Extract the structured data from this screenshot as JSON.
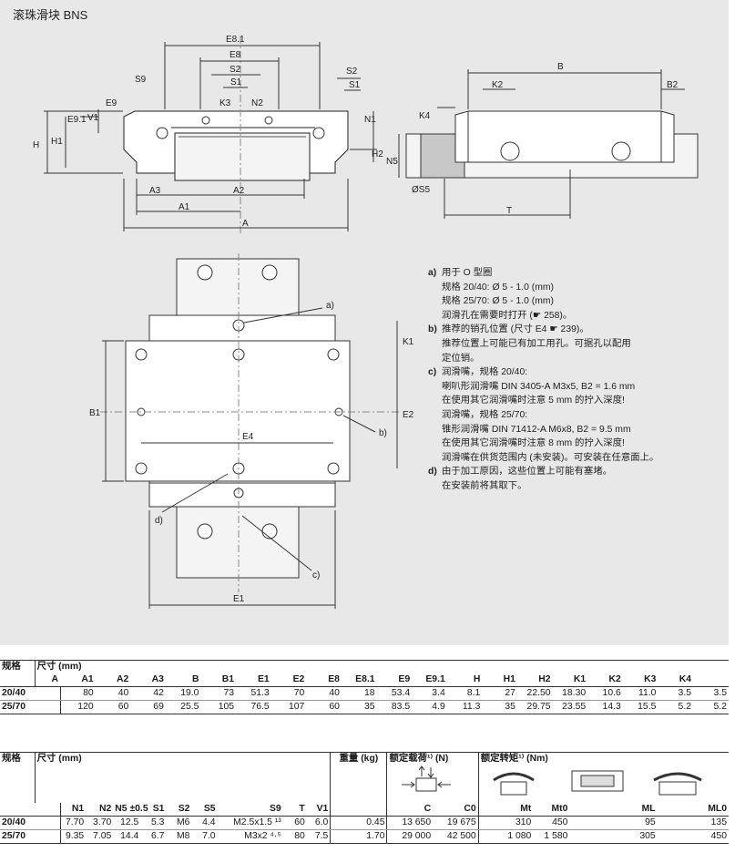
{
  "title": "滚珠滑块 BNS",
  "drawing_labels": {
    "E81": "E8.1",
    "E8": "E8",
    "S2": "S2",
    "S1": "S1",
    "S9": "S9",
    "K3": "K3",
    "N2": "N2",
    "E9": "E9",
    "V1": "V1",
    "E91": "E9.1",
    "N1": "N1",
    "H": "H",
    "H1": "H1",
    "A3": "A3",
    "A2": "A2",
    "A1": "A1",
    "A": "A",
    "B": "B",
    "K2": "K2",
    "B2": "B2",
    "K4": "K4",
    "H2": "H2",
    "N5": "N5",
    "S5": "ØS5",
    "T": "T",
    "note_a": "a)",
    "note_b": "b)",
    "note_c": "c)",
    "note_d": "d)",
    "K1": "K1",
    "B1": "B1",
    "E2": "E2",
    "E4": "E4",
    "E1": "E1"
  },
  "notes": [
    {
      "key": "a)",
      "lines": [
        "用于 O 型圈",
        "规格 20/40: Ø 5 - 1.0 (mm)",
        "规格 25/70: Ø 5 - 1.0 (mm)",
        "润滑孔在需要时打开 (☛ 258)。"
      ]
    },
    {
      "key": "b)",
      "lines": [
        "推荐的销孔位置 (尺寸 E4 ☛ 239)。",
        "推荐位置上可能已有加工用孔。可据孔以配用",
        "定位销。"
      ]
    },
    {
      "key": "c)",
      "lines": [
        "润滑嘴，规格 20/40:",
        "喇叭形润滑嘴 DIN 3405-A M3x5, B2 = 1.6 mm",
        "在使用其它润滑嘴时注意 5 mm 的拧入深度!",
        "润滑嘴，规格 25/70:",
        "锥形润滑嘴 DIN 71412-A M6x8, B2 = 9.5 mm",
        "在使用其它润滑嘴时注意 8 mm 的拧入深度!",
        "润滑嘴在供货范围内 (未安装)。可安装在任意面上。"
      ]
    },
    {
      "key": "d)",
      "lines": [
        "由于加工原因，这些位置上可能有塞堵。",
        "在安装前将其取下。"
      ]
    }
  ],
  "table1": {
    "label": "规格",
    "unit_header": "尺寸 (mm)",
    "columns": [
      "A",
      "A1",
      "A2",
      "A3",
      "B",
      "B1",
      "E1",
      "E2",
      "E8",
      "E8.1",
      "E9",
      "E9.1",
      "H",
      "H1",
      "H2",
      "K1",
      "K2",
      "K3",
      "K4"
    ],
    "rows": [
      {
        "size": "20/40",
        "values": [
          "80",
          "40",
          "42",
          "19.0",
          "73",
          "51.3",
          "70",
          "40",
          "18",
          "53.4",
          "3.4",
          "8.1",
          "27",
          "22.50",
          "18.30",
          "10.6",
          "11.0",
          "3.5",
          "3.5"
        ]
      },
      {
        "size": "25/70",
        "values": [
          "120",
          "60",
          "69",
          "25.5",
          "105",
          "76.5",
          "107",
          "60",
          "35",
          "83.5",
          "4.9",
          "11.3",
          "35",
          "29.75",
          "23.55",
          "14.3",
          "15.5",
          "5.2",
          "5.2"
        ]
      }
    ]
  },
  "table2": {
    "label": "规格",
    "unit_header": "尺寸 (mm)",
    "weight_header": "重量 (kg)",
    "load_header": "额定载荷¹⁾ (N)",
    "moment_header": "额定转矩¹⁾ (Nm)",
    "columns": [
      "N1",
      "N2",
      "N5 ±0.5",
      "S1",
      "S2",
      "S5",
      "S9",
      "T",
      "V1",
      "",
      "C",
      "C0",
      "Mt",
      "Mt0",
      "ML",
      "ML0"
    ],
    "rows": [
      {
        "size": "20/40",
        "values": [
          "7.70",
          "3.70",
          "12.5",
          "5.3",
          "M6",
          "4.4",
          "M2.5x1.5 ¹³",
          "60",
          "6.0",
          "0.45",
          "13 650",
          "19 675",
          "310",
          "450",
          "95",
          "135"
        ]
      },
      {
        "size": "25/70",
        "values": [
          "9.35",
          "7.05",
          "14.4",
          "6.7",
          "M8",
          "7.0",
          "M3x2 ⁴·⁵",
          "80",
          "7.5",
          "1.70",
          "29 000",
          "42 500",
          "1 080",
          "1 580",
          "305",
          "450"
        ]
      }
    ]
  }
}
